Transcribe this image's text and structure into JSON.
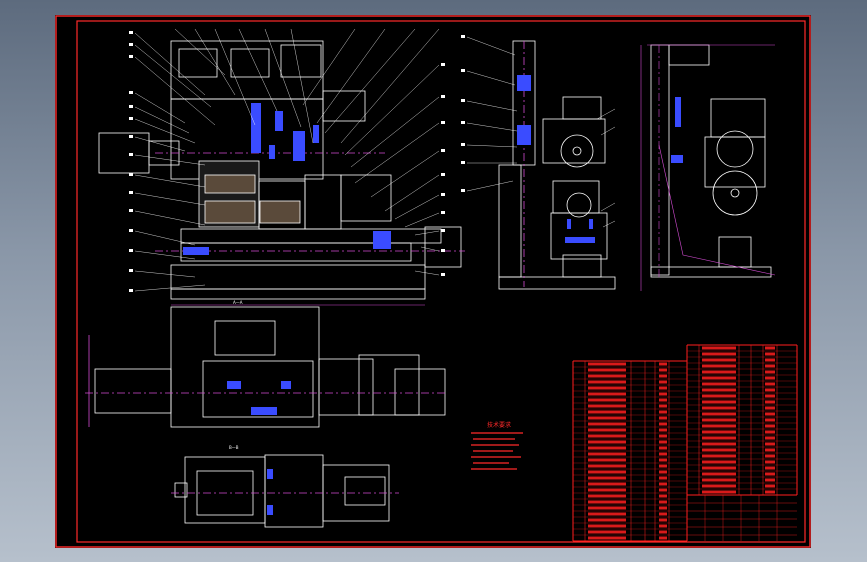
{
  "drawing": {
    "border_color": "#ff2a2a",
    "line_color": "#ffffff",
    "accent_blue": "#3a4cff",
    "dim_color": "#d24bd2",
    "table_color": "#ff1e1e"
  },
  "views": {
    "section_aa": "A—A",
    "section_bb": "B—B"
  },
  "notes": {
    "title": "技术要求",
    "lines": [
      "",
      "",
      "",
      "",
      ""
    ]
  },
  "title_block": {
    "name": "",
    "drawing_no": ""
  }
}
